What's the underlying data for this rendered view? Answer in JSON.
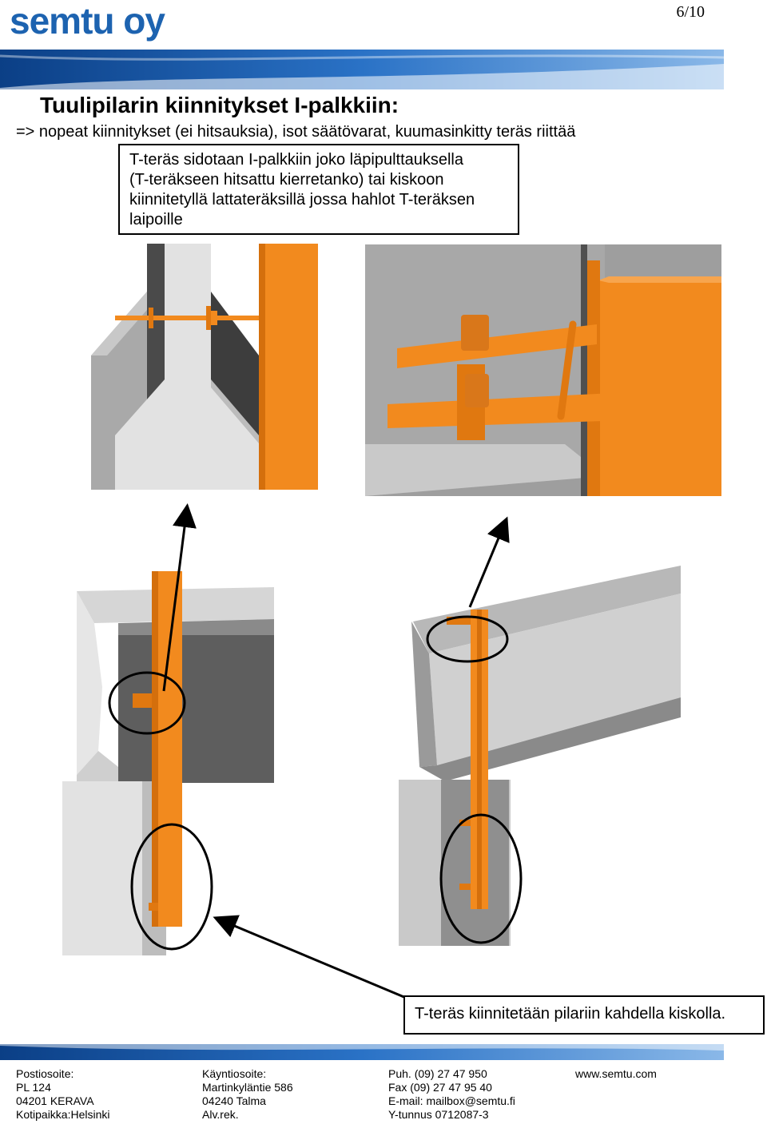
{
  "header": {
    "logo_text": "semtu oy",
    "page_number": "6/10"
  },
  "title": "Tuulipilarin kiinnitykset I-palkkiin:",
  "subtitle": "=> nopeat kiinnitykset (ei hitsauksia), isot säätövarat, kuumasinkitty teräs riittää",
  "callouts": {
    "top": [
      "T-teräs sidotaan I-palkkiin joko läpipulttauksella",
      "(T-teräkseen hitsattu kierretanko) tai kiskoon",
      "kiinnitetyllä lattateräksillä jossa hahlot T-teräksen",
      "laipoille"
    ],
    "bottom": "T-teräs kiinnitetään pilariin kahdella kiskolla."
  },
  "figures": [
    "detail-through-bolt",
    "detail-rail-clamp",
    "view-column-side",
    "view-column-beam"
  ],
  "colors": {
    "brand_blue": "#1d63b0",
    "steel_orange": "#f28a1e",
    "concrete_light": "#d8d8d8",
    "concrete_mid": "#a9a9a9",
    "concrete_dark": "#5a5a5a"
  },
  "footer": {
    "col1": [
      "Postiosoite:",
      "PL 124",
      "04201 KERAVA",
      "Kotipaikka:Helsinki"
    ],
    "col2": [
      "Käyntiosoite:",
      "Martinkyläntie 586",
      "04240 Talma",
      "Alv.rek."
    ],
    "col3": [
      "Puh. (09) 27 47 950",
      "Fax (09) 27 47 95 40",
      "E-mail: mailbox@semtu.fi",
      "Y-tunnus 0712087-3"
    ],
    "col4": [
      "www.semtu.com"
    ]
  }
}
